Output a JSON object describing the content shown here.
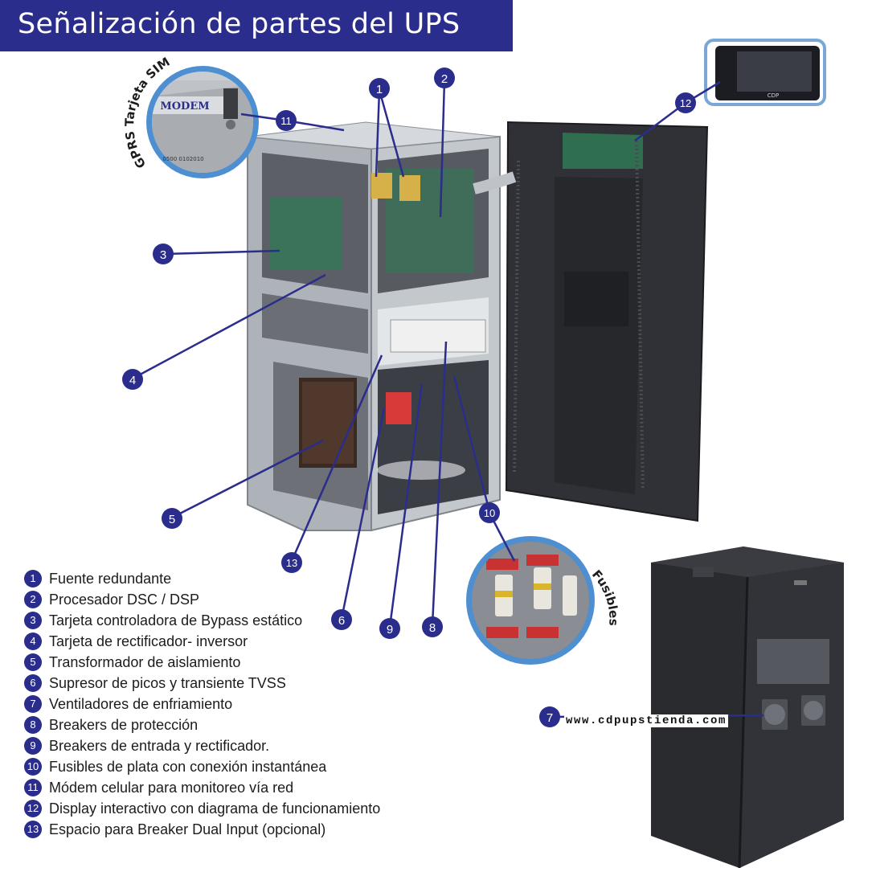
{
  "title": "Señalización de partes del UPS",
  "callouts": [
    "1",
    "2",
    "3",
    "4",
    "5",
    "6",
    "7",
    "8",
    "9",
    "10",
    "11",
    "12",
    "13"
  ],
  "inset_labels": {
    "modem_badge": "MODEM",
    "modem_serial": "0500 0102010",
    "sim_arc": "GPRS Tarjeta SIM",
    "fuses_arc": "Fusibles",
    "display_brand": "CDP"
  },
  "legend": [
    {
      "num": "1",
      "text": "Fuente redundante"
    },
    {
      "num": "2",
      "text": "Procesador DSC / DSP"
    },
    {
      "num": "3",
      "text": "Tarjeta controladora de Bypass estático"
    },
    {
      "num": "4",
      "text": "Tarjeta  de rectificador- inversor"
    },
    {
      "num": "5",
      "text": "Transformador de aislamiento"
    },
    {
      "num": "6",
      "text": "Supresor de picos y transiente TVSS"
    },
    {
      "num": "7",
      "text": "Ventiladores de enfriamiento"
    },
    {
      "num": "8",
      "text": "Breakers de protección"
    },
    {
      "num": "9",
      "text": "Breakers de entrada y rectificador."
    },
    {
      "num": "10",
      "text": "Fusibles de plata con conexión instantánea"
    },
    {
      "num": "11",
      "text": "Módem celular para monitoreo vía red"
    },
    {
      "num": "12",
      "text": "Display interactivo con diagrama de funcionamiento"
    },
    {
      "num": "13",
      "text": "Espacio para  Breaker Dual Input (opcional)"
    }
  ],
  "website": "www.cdpupstienda.com",
  "colors": {
    "brand_navy": "#2b2d8c",
    "inset_ring": "#4d8fd1",
    "cabinet_grey": "#b9bec4",
    "door_dark": "#2f3136",
    "ups_black": "#2a2b2f"
  }
}
